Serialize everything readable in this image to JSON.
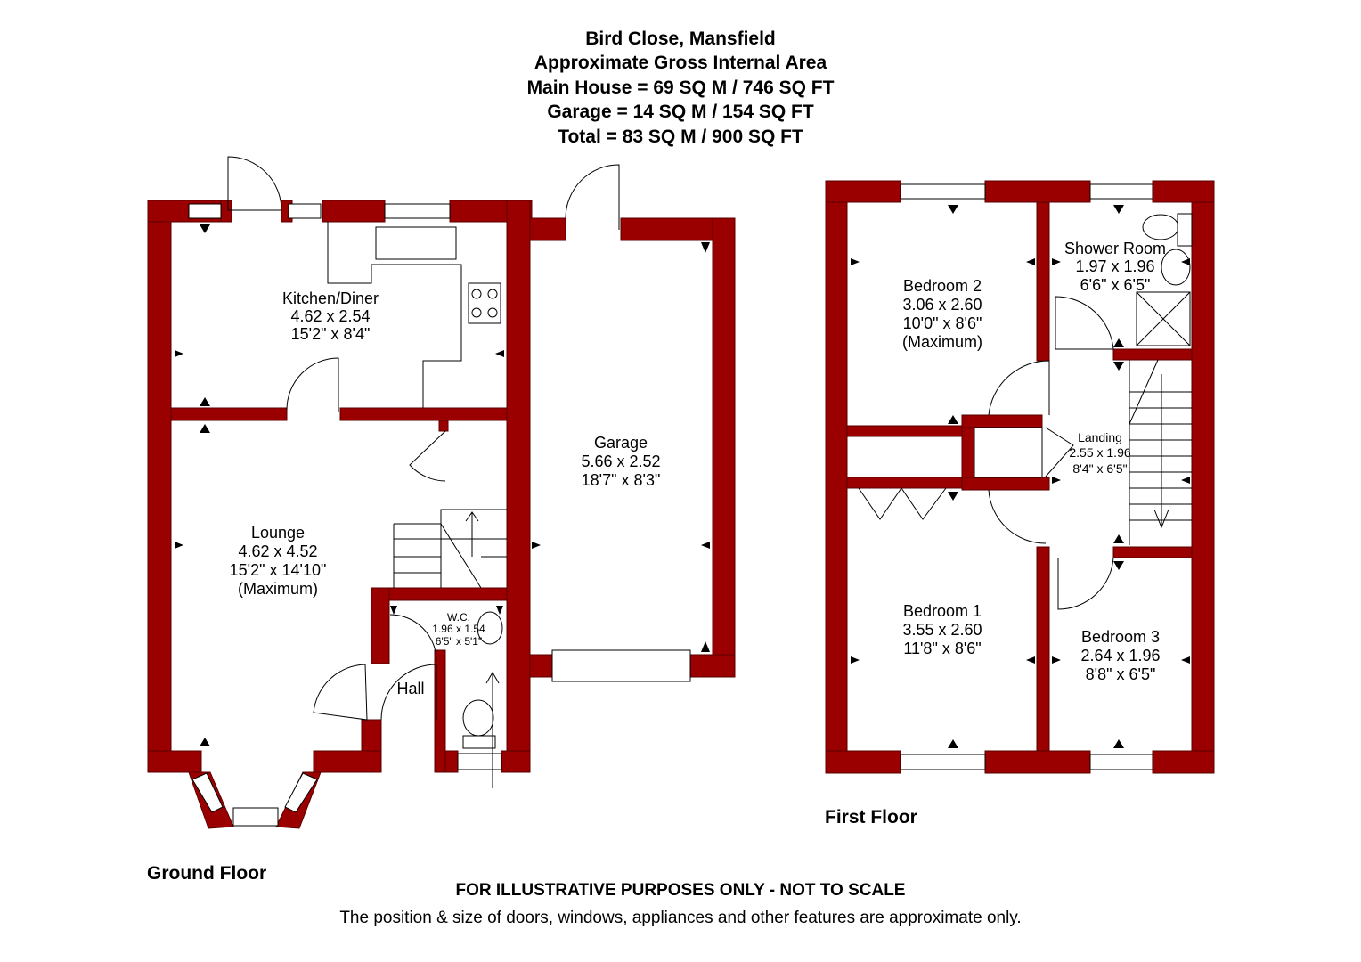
{
  "header": {
    "address": "Bird Close, Mansfield",
    "subtitle": "Approximate Gross Internal Area",
    "main_house": "Main House = 69 SQ M / 746 SQ FT",
    "garage": "Garage = 14 SQ M / 154 SQ FT",
    "total": "Total = 83 SQ M / 900 SQ FT"
  },
  "floors": {
    "ground": "Ground Floor",
    "first": "First Floor"
  },
  "rooms": {
    "kitchen": {
      "name": "Kitchen/Diner",
      "metric": "4.62 x 2.54",
      "imperial": "15'2\" x 8'4\""
    },
    "lounge": {
      "name": "Lounge",
      "metric": "4.62 x 4.52",
      "imperial": "15'2\" x 14'10\"",
      "note": "(Maximum)"
    },
    "garage": {
      "name": "Garage",
      "metric": "5.66 x 2.52",
      "imperial": "18'7\" x 8'3\""
    },
    "wc": {
      "name": "W.C.",
      "metric": "1.96 x 1.54",
      "imperial": "6'5\" x 5'1\""
    },
    "hall": {
      "name": "Hall"
    },
    "bedroom2": {
      "name": "Bedroom 2",
      "metric": "3.06 x 2.60",
      "imperial": "10'0\" x 8'6\"",
      "note": "(Maximum)"
    },
    "shower": {
      "name": "Shower Room",
      "metric": "1.97 x 1.96",
      "imperial": "6'6\" x 6'5\""
    },
    "landing": {
      "name": "Landing",
      "metric": "2.55 x 1.96",
      "imperial": "8'4\" x 6'5\""
    },
    "bedroom1": {
      "name": "Bedroom 1",
      "metric": "3.55 x 2.60",
      "imperial": "11'8\" x 8'6\""
    },
    "bedroom3": {
      "name": "Bedroom 3",
      "metric": "2.64 x 1.96",
      "imperial": "8'8\" x 6'5\""
    }
  },
  "footer": {
    "disclaimer": "FOR ILLUSTRATIVE PURPOSES ONLY - NOT TO SCALE",
    "note": "The position & size of doors, windows, appliances and other features are approximate only."
  },
  "colors": {
    "wall": "#9b0000",
    "background": "#ffffff"
  }
}
